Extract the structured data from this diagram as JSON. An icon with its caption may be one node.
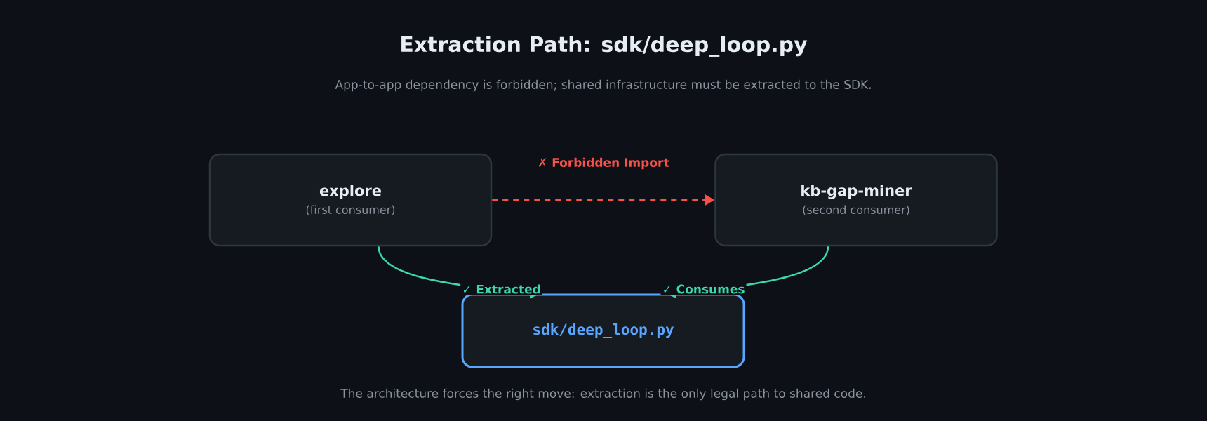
{
  "diagram": {
    "title": "Extraction Path: sdk/deep_loop.py",
    "caption": "The architecture forces the right move: extraction is the only legal path to shared code.",
    "nodes": [
      {
        "text": [
          "explore",
          "(first consumer)"
        ]
      },
      {
        "text": [
          "kb-gap-miner",
          "(second consumer)"
        ]
      },
      {
        "text": [
          "sdk/deep_loop.py"
        ]
      }
    ],
    "edges": [
      {
        "from": 0,
        "to": 1,
        "arrow": "to",
        "label": "✗ Forbidden Import",
        "style": "dashed",
        "color": "#f85149"
      },
      {
        "from": 0,
        "to": 2,
        "arrow": "to",
        "label": "✓ Extracted"
      },
      {
        "from": 1,
        "to": 2,
        "arrow": "to",
        "label": "✓ Consumes"
      }
    ],
    "labels": [
      "App-to-app dependency is forbidden; shared infrastructure must be extracted to the SDK."
    ]
  }
}
